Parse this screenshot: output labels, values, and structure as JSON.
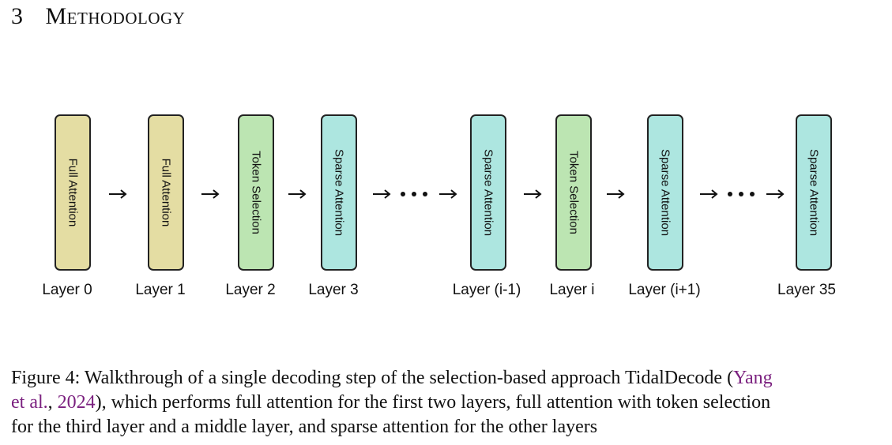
{
  "section": {
    "number": "3",
    "title": "Methodology"
  },
  "figure": {
    "layers": [
      {
        "label": "Layer 0",
        "block_text": "Full Attention",
        "kind": "full"
      },
      {
        "label": "Layer 1",
        "block_text": "Full Attention",
        "kind": "full"
      },
      {
        "label": "Layer 2",
        "block_text": "Token Selection",
        "kind": "token"
      },
      {
        "label": "Layer 3",
        "block_text": "Sparse Attention",
        "kind": "sparse"
      },
      {
        "label": "Layer (i-1)",
        "block_text": "Sparse Attention",
        "kind": "sparse"
      },
      {
        "label": "Layer i",
        "block_text": "Token Selection",
        "kind": "token"
      },
      {
        "label": "Layer (i+1)",
        "block_text": "Sparse Attention",
        "kind": "sparse"
      },
      {
        "label": "Layer 35",
        "block_text": "Sparse Attention",
        "kind": "sparse"
      }
    ],
    "colors": {
      "full": "#e4dda3",
      "token": "#bce5b2",
      "sparse": "#ade6e0",
      "citation": "#7a1f7e"
    }
  },
  "caption": {
    "prefix": "Figure 4: Walkthrough of a single decoding step of the selection-based approach TidalDecode (",
    "cite_author": "Yang",
    "cite_etal": "et al.",
    "sep": ", ",
    "cite_year": "2024",
    "line2_rest": "), which performs full attention for the first two layers, full attention with token selection",
    "line3": "for the third layer and a middle layer, and sparse attention for the other layers"
  }
}
